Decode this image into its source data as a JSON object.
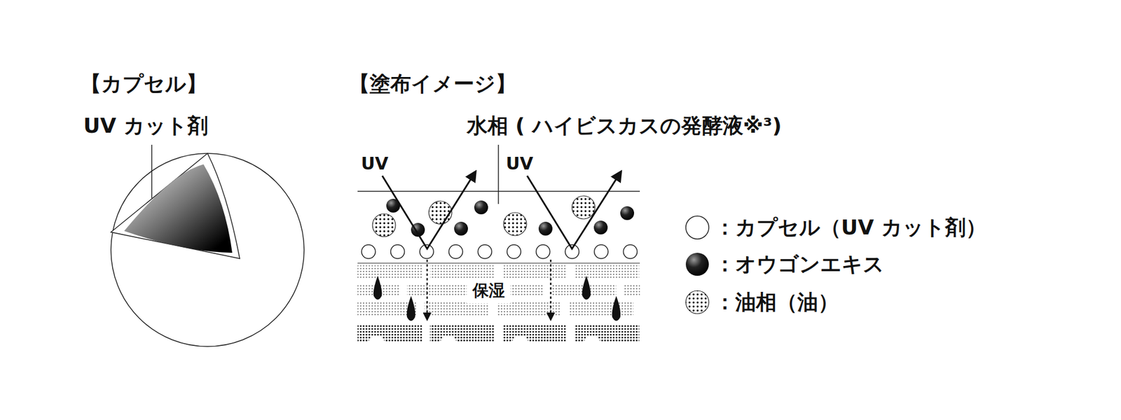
{
  "diagram": {
    "labels": [
      "【カプセル】",
      "UV カット剤",
      "【塗布イメージ】",
      "水相 ( ハイビスカスの発酵液※³)",
      "UV",
      "UV",
      "保湿"
    ],
    "legend": [
      {
        "text": "：カプセル（UV カット剤）"
      },
      {
        "text": "：オウゴンエキス"
      },
      {
        "text": "：油相（油）"
      }
    ]
  }
}
